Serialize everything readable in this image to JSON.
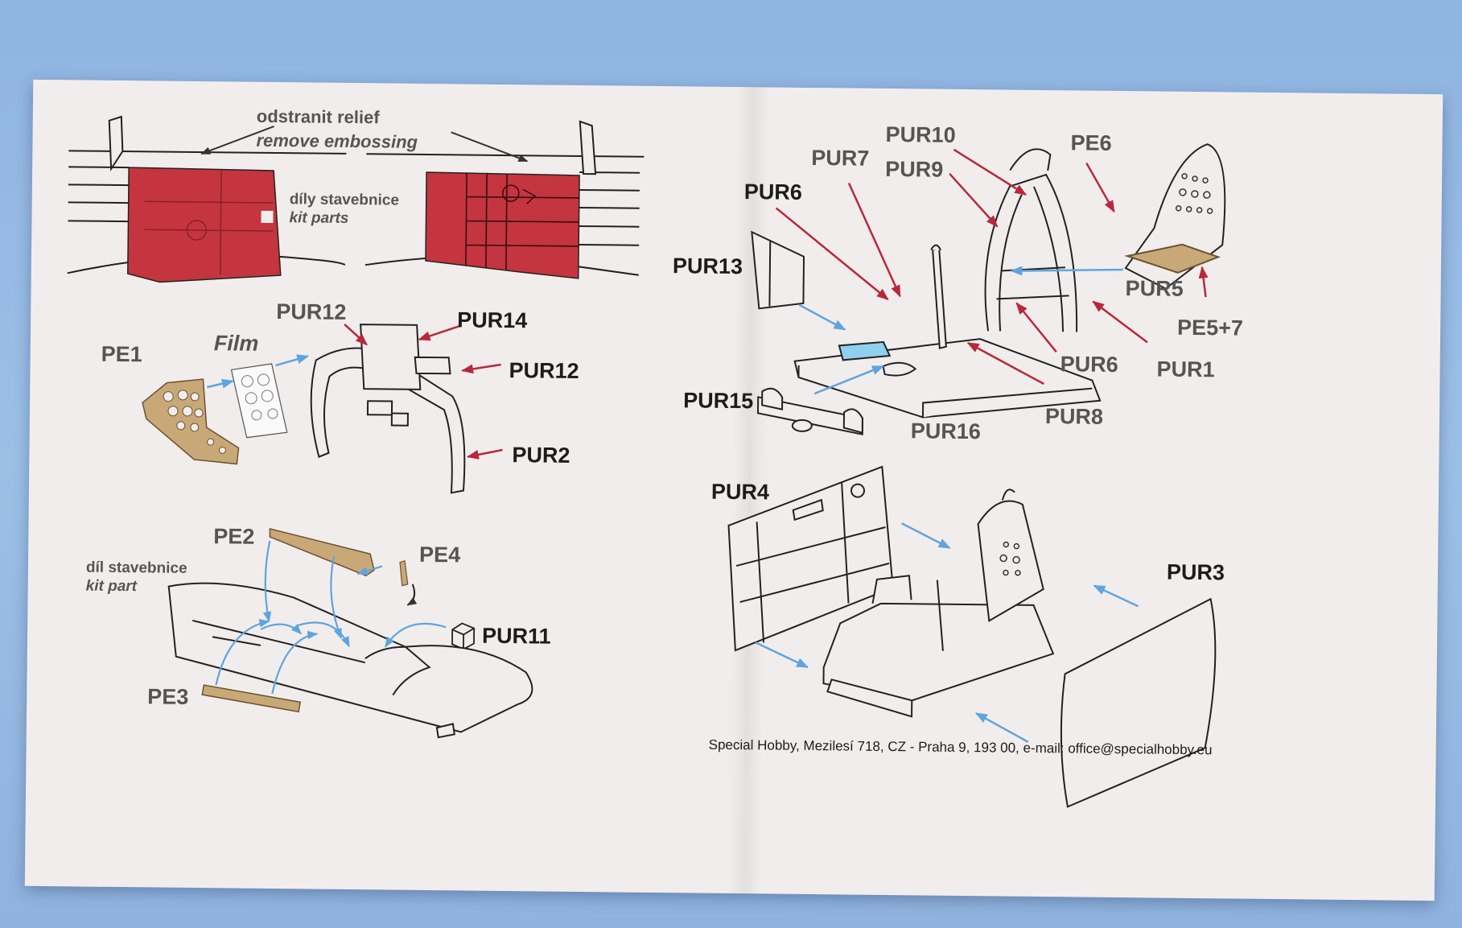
{
  "top_notes": {
    "remove_cz": "odstranit relief",
    "remove_en": "remove embossing",
    "kit_parts_cz": "díly stavebnice",
    "kit_parts_en": "kit parts"
  },
  "panel_labels": {
    "pur12_a": "PUR12",
    "pur14": "PUR14",
    "pur12_b": "PUR12",
    "pur2": "PUR2",
    "pe1": "PE1",
    "film": "Film"
  },
  "coaming_labels": {
    "pe2": "PE2",
    "pe4": "PE4",
    "pe3": "PE3",
    "pur11": "PUR11",
    "kit_part_cz": "díl stavebnice",
    "kit_part_en": "kit part"
  },
  "cockpit_labels": {
    "pur10": "PUR10",
    "pur9": "PUR9",
    "pur7": "PUR7",
    "pur6_a": "PUR6",
    "pe6": "PE6",
    "pur13": "PUR13",
    "pur5": "PUR5",
    "pe5_7": "PE5+7",
    "pur6_b": "PUR6",
    "pur1": "PUR1",
    "pur15": "PUR15",
    "pur16": "PUR16",
    "pur8": "PUR8"
  },
  "assembly_labels": {
    "pur4": "PUR4",
    "pur3": "PUR3"
  },
  "footer": "Special Hobby, Mezilesí 718, CZ - Praha 9, 193 00, e-mail: office@specialhobby.eu",
  "colors": {
    "background": "#96b8e2",
    "paper": "#f2eded",
    "embossing_red": "#c4353f",
    "arrow_red": "#b8283a",
    "arrow_blue": "#5fa4de",
    "photo_etch": "#c9a878",
    "line": "#222222"
  }
}
